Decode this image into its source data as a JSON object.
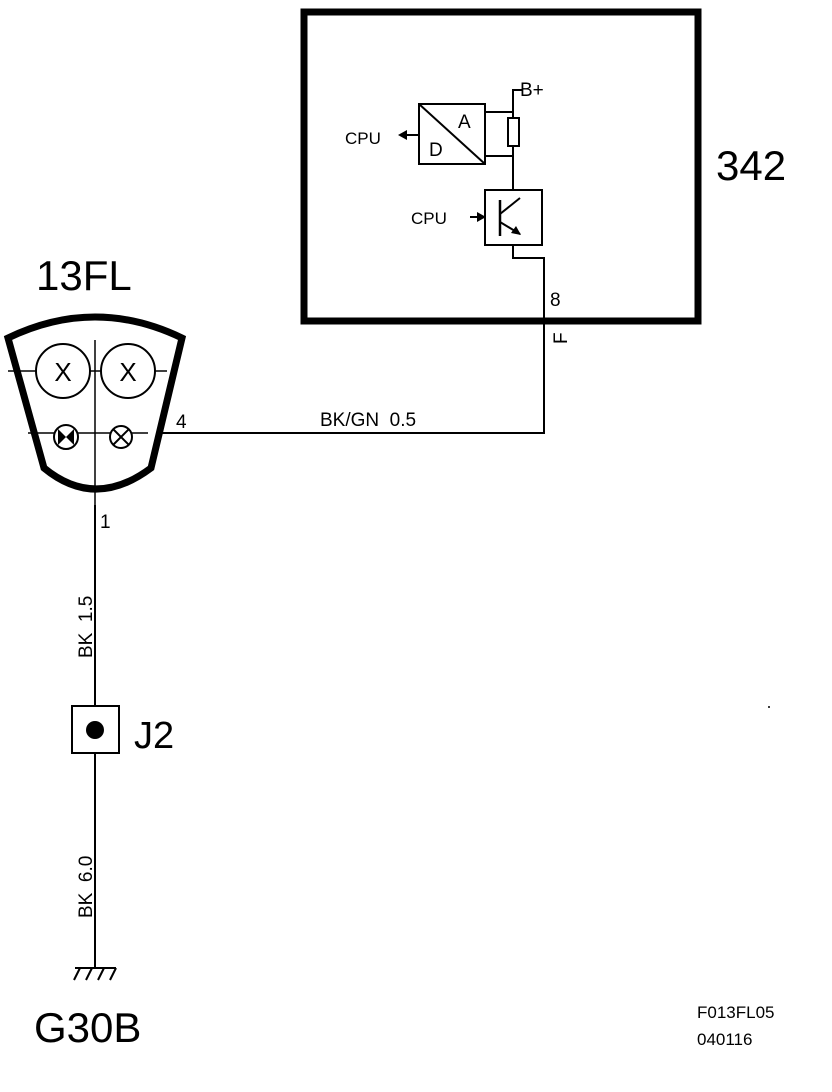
{
  "module": {
    "label": "342",
    "pin": "8",
    "pin_tag": "F"
  },
  "module_internals": {
    "supply": "B+",
    "cpu_out": "CPU",
    "cpu_in": "CPU",
    "adc_a": "A",
    "adc_d": "D"
  },
  "lamp": {
    "label": "13FL",
    "pin_ground": "1",
    "pin_signal": "4",
    "bulb_symbol": "X"
  },
  "wires": {
    "signal": "BK/GN  0.5",
    "ground_upper": "BK  1.5",
    "ground_lower": "BK  6.0"
  },
  "junction": {
    "label": "J2"
  },
  "ground": {
    "label": "G30B"
  },
  "footer": {
    "code": "F013FL05",
    "date": "040116"
  }
}
